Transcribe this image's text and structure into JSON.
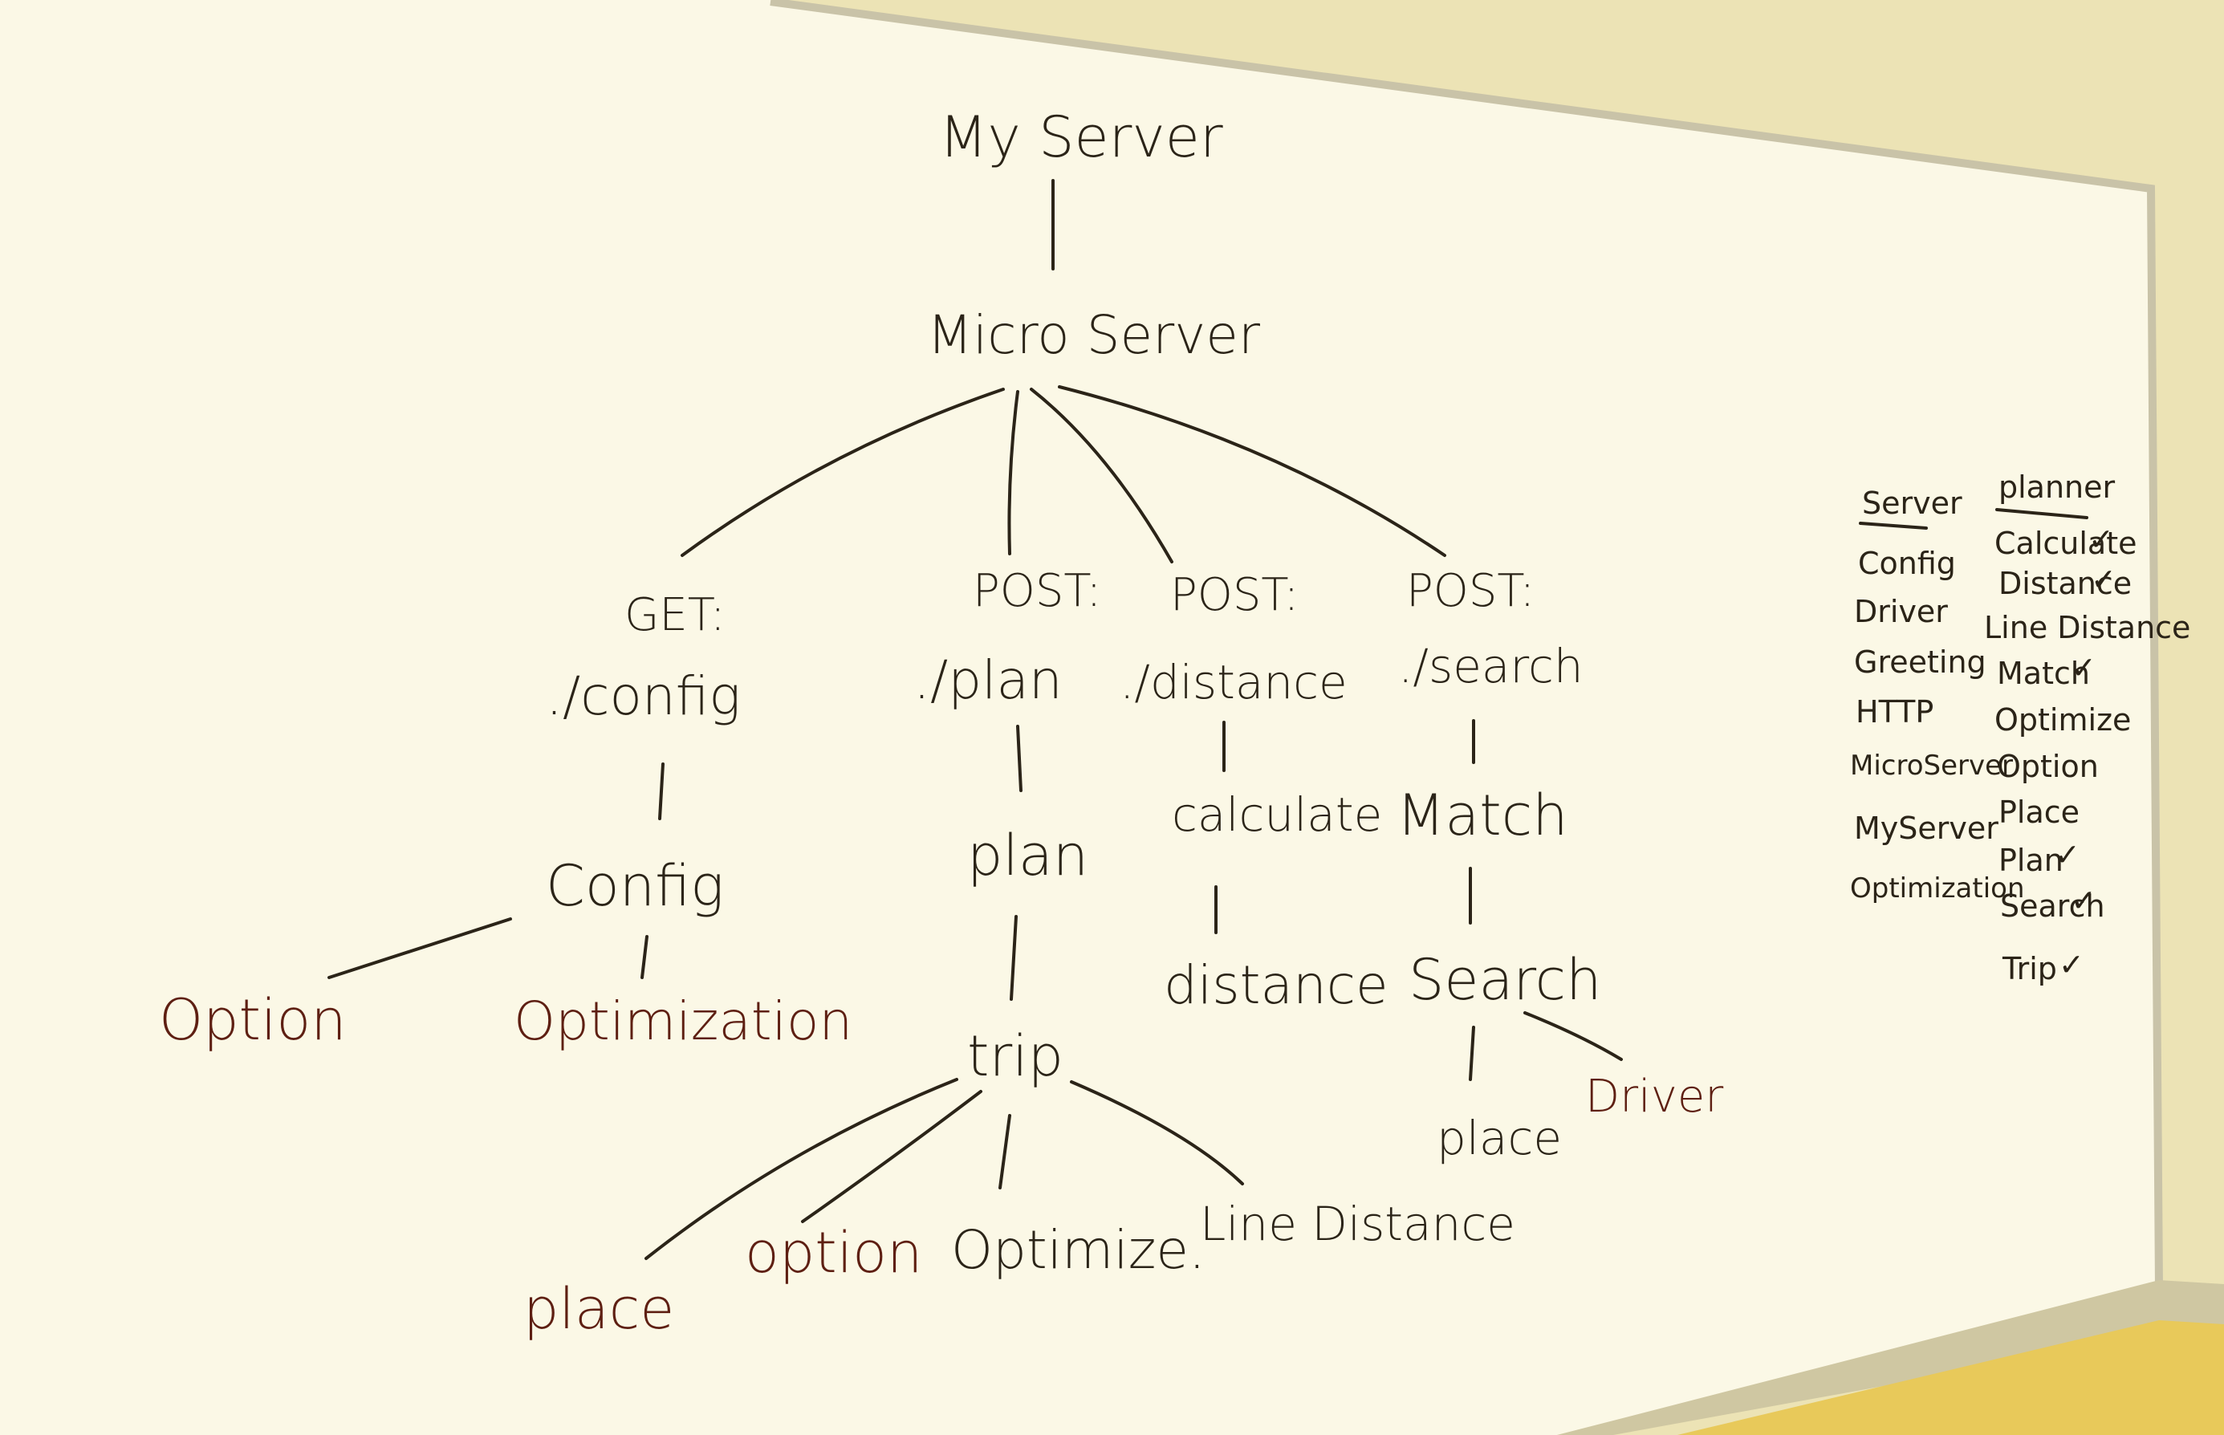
{
  "tree": {
    "root": "My Server",
    "micro": "Micro Server",
    "col1": {
      "method": "GET:",
      "path": "./config",
      "node": "Config",
      "child_left": "Option",
      "child_right": "Optimization"
    },
    "col2": {
      "method": "POST:",
      "path": "./plan",
      "node": "plan",
      "node2": "trip",
      "children": [
        "place",
        "option",
        "Optimize.",
        "Line Distance"
      ]
    },
    "col3": {
      "method": "POST:",
      "path": "./distance",
      "node": "calculate",
      "node2": "distance"
    },
    "col4": {
      "method": "POST:",
      "path": "./search",
      "node": "Match",
      "node2": "Search",
      "child_left": "place",
      "child_right": "Driver"
    }
  },
  "lists": {
    "server": {
      "header": "Server",
      "items": [
        "Config",
        "Driver",
        "Greeting",
        "HTTP",
        "MicroServer",
        "MyServer",
        "Optimization"
      ]
    },
    "planner": {
      "header": "planner",
      "items": [
        {
          "label": "Calculate",
          "check": "✓"
        },
        {
          "label": "Distance",
          "check": "✓"
        },
        {
          "label": "Line Distance",
          "check": ""
        },
        {
          "label": "Match",
          "check": "✓"
        },
        {
          "label": "Optimize",
          "check": ""
        },
        {
          "label": "Option",
          "check": ""
        },
        {
          "label": "Place",
          "check": ""
        },
        {
          "label": "Plan",
          "check": "✓"
        },
        {
          "label": "Search",
          "check": "✓"
        },
        {
          "label": "Trip",
          "check": "✓"
        }
      ]
    }
  },
  "colors": {
    "ink_black": "#2b2418",
    "ink_brown": "#5e1f12",
    "board": "#fbf8e6"
  }
}
